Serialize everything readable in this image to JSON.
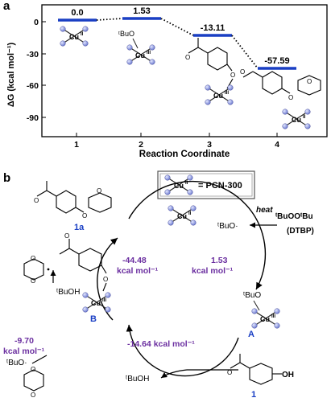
{
  "panel_a": {
    "label": "a",
    "ylabel": "ΔG (kcal mol⁻¹)",
    "xlabel": "Reaction Coordinate",
    "y_ticks": [
      "0",
      "-30",
      "-60",
      "-90"
    ],
    "x_ticks": [
      "1",
      "2",
      "3",
      "4"
    ],
    "levels": [
      "0.0",
      "1.53",
      "-13.11",
      "-57.59"
    ],
    "species": {
      "cu2": {
        "metal": "Cu",
        "ox": "II"
      },
      "cu3": {
        "metal": "Cu",
        "ox": "III"
      },
      "tbuo": "ᵗBuO"
    },
    "colors": {
      "level": "#1a3fc4",
      "node": "#8b95d8"
    }
  },
  "panel_b": {
    "label": "b",
    "legend": {
      "metal": "Cu",
      "ox": "II",
      "text": "= PCN-300"
    },
    "center": {
      "metal": "Cu",
      "ox": "II"
    },
    "intermediate_a": {
      "metal": "Cu",
      "ox": "III",
      "label": "A",
      "ligand": "ᵗBuO"
    },
    "intermediate_b": {
      "metal": "Cu",
      "ox": "III",
      "label": "B"
    },
    "energies": {
      "top_left_value": "-44.48",
      "top_right_value": "1.53",
      "unit": "kcal mol⁻¹",
      "bottom": "-14.64 kcal mol⁻¹",
      "left_value": "-9.70"
    },
    "reagents": {
      "heat": "heat",
      "peroxide": "ᵗBuOOᵗBu",
      "dtbp": "(DTBP)",
      "radical": "ᵗBuO·",
      "radical_left": "ᵗBuO·",
      "tbuoh_left": "ᵗBuOH",
      "tbuoh_bottom": "ᵗBuOH",
      "oh": "OH",
      "o": "O"
    },
    "compounds": {
      "product": "1a",
      "substrate": "1"
    },
    "colors": {
      "energy": "#6b2fa0",
      "label": "#1a3fc4",
      "node": "#8b95d8"
    }
  }
}
